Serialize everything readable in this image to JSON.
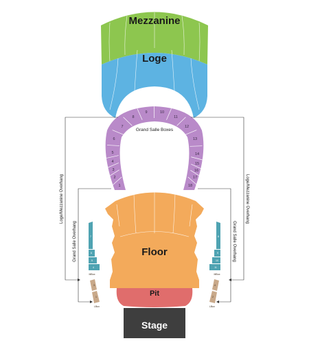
{
  "sections": {
    "mezzanine": {
      "label": "Mezzanine",
      "color": "#8dc64f"
    },
    "loge": {
      "label": "Loge",
      "color": "#5db3e2"
    },
    "boxes": {
      "label": "Grand Salle Boxes",
      "color": "#b98ac9",
      "numbers": [
        "1",
        "2",
        "3",
        "4",
        "5",
        "6",
        "7",
        "8",
        "9",
        "10",
        "11",
        "12",
        "13",
        "14",
        "15",
        "16",
        "17",
        "18"
      ]
    },
    "floor": {
      "label": "Floor",
      "color": "#f3aa5b"
    },
    "pit": {
      "label": "Pit",
      "color": "#e06d6c"
    },
    "stage": {
      "label": "Stage",
      "color": "#3e3e3e"
    },
    "mbox": {
      "label": "MBox",
      "color": "#4fa3b2",
      "left_numbers": [
        "7",
        "6",
        "5",
        "4"
      ],
      "right_numbers": [
        "8",
        "9",
        "10",
        "11"
      ]
    },
    "lbox": {
      "label": "LBox",
      "color": "#c9a98a",
      "left_numbers": [
        "3",
        "1"
      ],
      "right_numbers": [
        "4",
        "2"
      ]
    }
  },
  "annotations": {
    "loge_mezz_overhang": "Loge/Mezzanine Overhang",
    "grand_salle_overhang": "Grand Salle Overhang"
  }
}
